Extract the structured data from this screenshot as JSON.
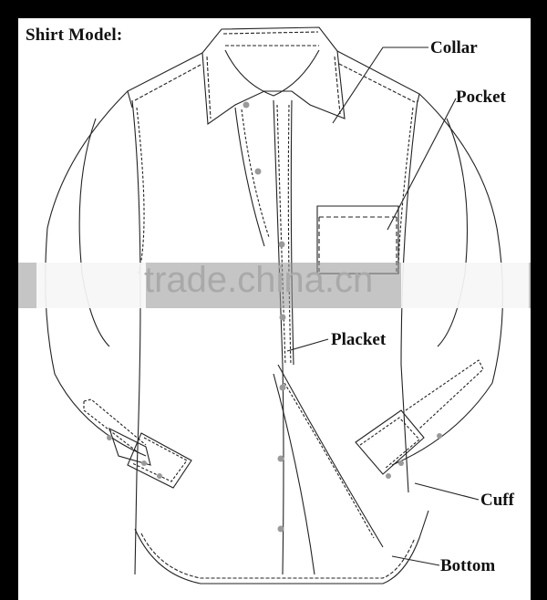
{
  "diagram": {
    "title": "Shirt Model:",
    "type": "technical flat sketch of a long-sleeve button-down shirt",
    "labels": [
      {
        "id": "collar",
        "text": "Collar"
      },
      {
        "id": "pocket",
        "text": "Pocket"
      },
      {
        "id": "placket",
        "text": "Placket"
      },
      {
        "id": "cuff",
        "text": "Cuff"
      },
      {
        "id": "bottom",
        "text": "Bottom"
      }
    ]
  },
  "watermark": {
    "text": "trade.china.cn"
  },
  "colors": {
    "frame": "#000000",
    "background": "#ffffff",
    "line": "#222222",
    "button": "#9a9a9a",
    "watermark": "#a9a9a9"
  }
}
